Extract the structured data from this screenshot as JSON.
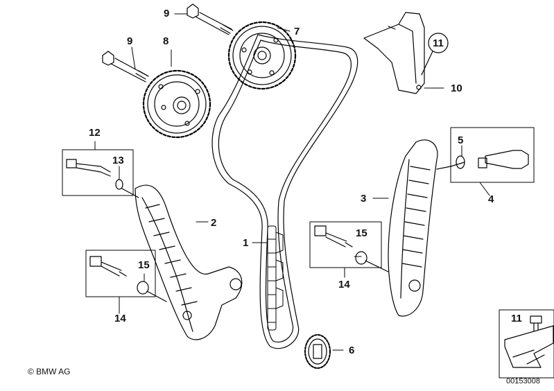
{
  "callouts": {
    "c1": "1",
    "c2": "2",
    "c3": "3",
    "c4": "4",
    "c5": "5",
    "c6": "6",
    "c7": "7",
    "c8": "8",
    "c9a": "9",
    "c9b": "9",
    "c10": "10",
    "c11": "11",
    "c12": "12",
    "c13": "13",
    "c14a": "14",
    "c14b": "14",
    "c15a": "15",
    "c15b": "15",
    "c11legend": "11"
  },
  "footer": {
    "copyright": "© BMW AG",
    "diagram_number": "00153008"
  },
  "colors": {
    "line": "#000000",
    "background": "#ffffff",
    "part_fill": "#ffffff"
  },
  "icons": [
    "chain-icon",
    "sprocket-icon",
    "guide-rail-icon",
    "bolt-icon",
    "seal-ring-icon",
    "tensioner-icon",
    "bracket-icon",
    "arrow-icon"
  ]
}
